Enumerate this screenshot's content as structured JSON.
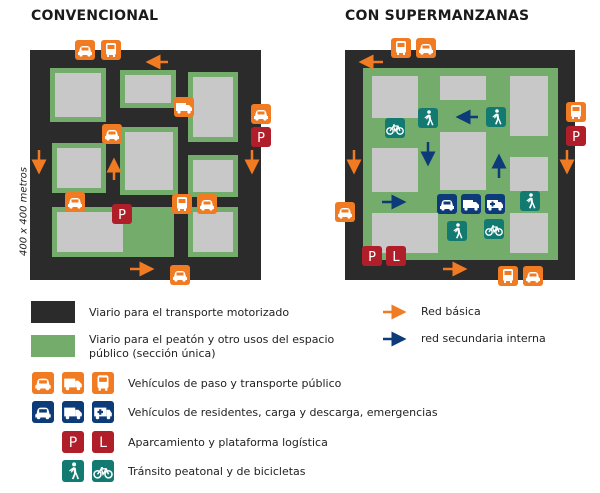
{
  "titles": {
    "left": "CONVENCIONAL",
    "right": "CON SUPERMANZANAS"
  },
  "dimension_label": "400 x 400 metros",
  "legend": {
    "motorized_road": "Viario para el transporte motorizado",
    "pedestrian_space": "Viario para el peatón y otro usos del espacio público (sección única)",
    "basic_network": "Red básica",
    "secondary_network": "red secundaria interna",
    "through_vehicles": "Vehículos de paso y transporte público",
    "resident_vehicles": "Vehículos de residentes, carga y descarga, emergencias",
    "parking_logistics": "Aparcamiento y plataforma logística",
    "pedestrian_bicycle": "Tránsito peatonal y de bicicletas"
  },
  "parking_letter": "P",
  "logistics_letter": "L",
  "colors": {
    "road": "#2b2b2b",
    "pedestrian": "#74ac6b",
    "block": "#c8c8c8",
    "orange": "#f07b22",
    "blue": "#0d3a78",
    "red": "#b01e2a",
    "teal": "#127a70"
  }
}
